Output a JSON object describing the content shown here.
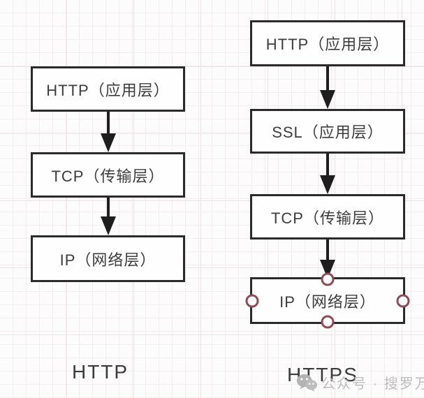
{
  "canvas": {
    "background": "#fdfcfc",
    "grid_line_color": "#f3eded"
  },
  "left_stack": {
    "caption": "HTTP",
    "boxes": [
      {
        "label": "HTTP（应用层）"
      },
      {
        "label": "TCP（传输层）"
      },
      {
        "label": "IP（网络层）"
      }
    ]
  },
  "right_stack": {
    "caption": "HTTPS",
    "boxes": [
      {
        "label": "HTTP（应用层）"
      },
      {
        "label": "SSL（应用层）"
      },
      {
        "label": "TCP（传输层）"
      },
      {
        "label": "IP（网络层）",
        "selected": true
      }
    ]
  },
  "colors": {
    "box_border": "#2a2a2a",
    "box_fill": "#fefefe",
    "box_text": "#3c3c3c",
    "arrow": "#1e1e1e",
    "handle_border": "#8f4a55",
    "handle_fill": "#ffffff",
    "watermark_text": "#bdbdbd"
  },
  "watermark": {
    "icon": "wechat-icon",
    "text": "公众号 · 搜罗万相"
  }
}
